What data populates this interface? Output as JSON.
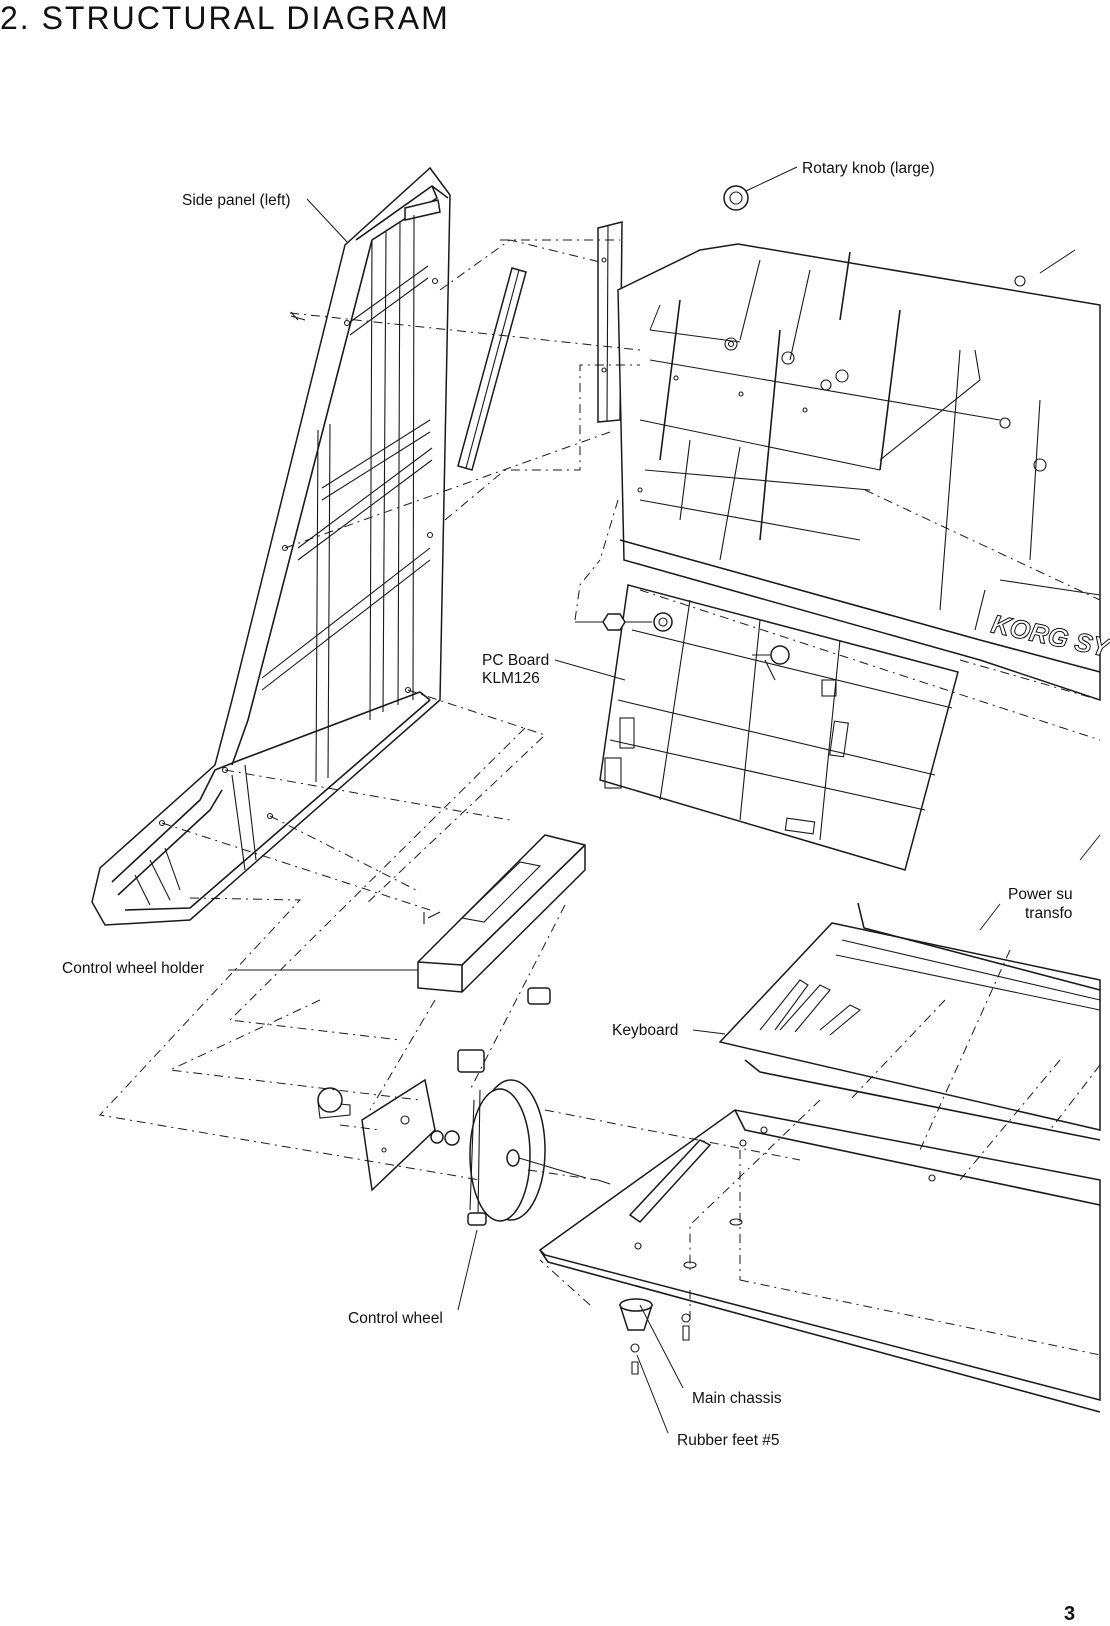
{
  "header": {
    "title": "2. STRUCTURAL DIAGRAM"
  },
  "labels": {
    "rotary_knob": "Rotary knob (large)",
    "side_panel": "Side panel (left)",
    "pc_board_line1": "PC Board",
    "pc_board_line2": "KLM126",
    "power_supply_line1": "Power su",
    "power_supply_line2": "transfo",
    "control_wheel_holder": "Control wheel holder",
    "keyboard": "Keyboard",
    "control_wheel": "Control wheel",
    "main_chassis": "Main chassis",
    "rubber_feet": "Rubber feet #5",
    "logo": "KORG SY"
  },
  "footer": {
    "page_number": "3"
  }
}
